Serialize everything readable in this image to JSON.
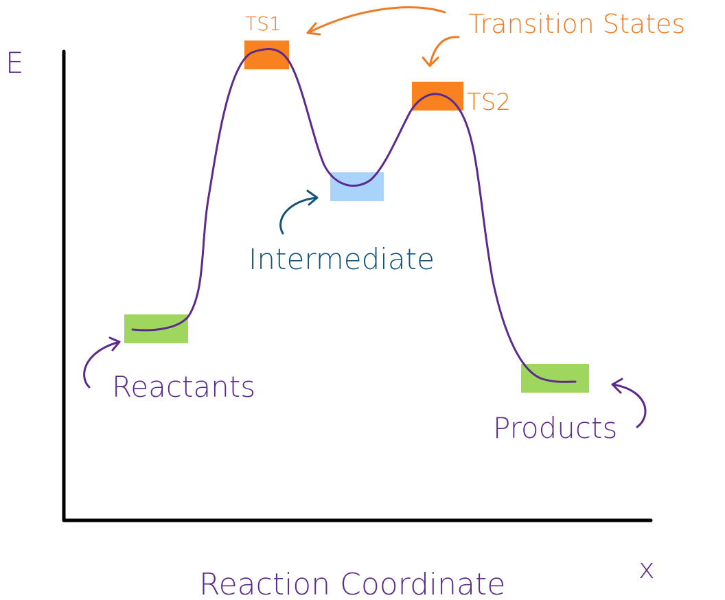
{
  "axes": {
    "y_label": "E",
    "x_label": "Reaction Coordinate",
    "x_symbol": "x"
  },
  "labels": {
    "ts1": "TS1",
    "ts2": "TS2",
    "transition_states": "Transition States",
    "intermediate": "Intermediate",
    "reactants": "Reactants",
    "products": "Products"
  },
  "colors": {
    "curve": "#5b2a8c",
    "axis": "#000000",
    "transition_state_box": "#f7821f",
    "intermediate_box": "#a9d3fb",
    "reactant_product_box": "#9fd75e",
    "transition_state_text": "#f07a22",
    "intermediate_text": "#15527a",
    "reactant_product_text": "#5b2a8c"
  }
}
